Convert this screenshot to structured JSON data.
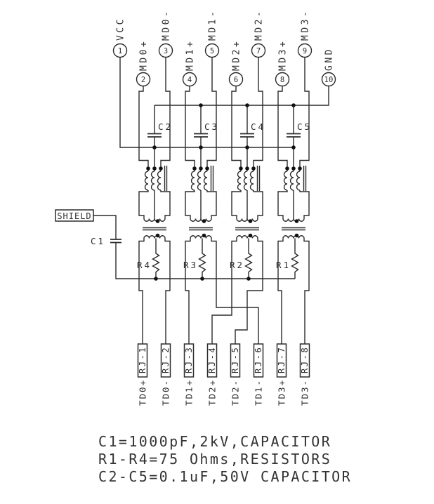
{
  "title": "ethernet-magnetics-schematic",
  "colors": {
    "ink": "#2b2b2b",
    "background": "#ffffff"
  },
  "pins": [
    {
      "num": "1",
      "label": "VCC"
    },
    {
      "num": "2",
      "label": "MD0+"
    },
    {
      "num": "3",
      "label": "MD0-"
    },
    {
      "num": "4",
      "label": "MD1+"
    },
    {
      "num": "5",
      "label": "MD1-"
    },
    {
      "num": "6",
      "label": "MD2+"
    },
    {
      "num": "7",
      "label": "MD2-"
    },
    {
      "num": "8",
      "label": "MD3+"
    },
    {
      "num": "9",
      "label": "MD3-"
    },
    {
      "num": "10",
      "label": "GND"
    }
  ],
  "channels": [
    {
      "cap": "C2",
      "res": "R4"
    },
    {
      "cap": "C3",
      "res": "R3"
    },
    {
      "cap": "C4",
      "res": "R2"
    },
    {
      "cap": "C5",
      "res": "R1"
    }
  ],
  "shield": {
    "label": "SHIELD"
  },
  "c1": {
    "label": "C1"
  },
  "rj": [
    {
      "pin": "RJ-1",
      "signal": "TD0+"
    },
    {
      "pin": "RJ-2",
      "signal": "TD0-"
    },
    {
      "pin": "RJ-3",
      "signal": "TD1+"
    },
    {
      "pin": "RJ-4",
      "signal": "TD2+"
    },
    {
      "pin": "RJ-5",
      "signal": "TD2-"
    },
    {
      "pin": "RJ-6",
      "signal": "TD1-"
    },
    {
      "pin": "RJ-7",
      "signal": "TD3+"
    },
    {
      "pin": "RJ-8",
      "signal": "TD3-"
    }
  ],
  "notes": [
    "C1=1000pF,2kV,CAPACITOR",
    "R1-R4=75 Ohms,RESISTORS",
    "C2-C5=0.1uF,50V CAPACITOR"
  ]
}
